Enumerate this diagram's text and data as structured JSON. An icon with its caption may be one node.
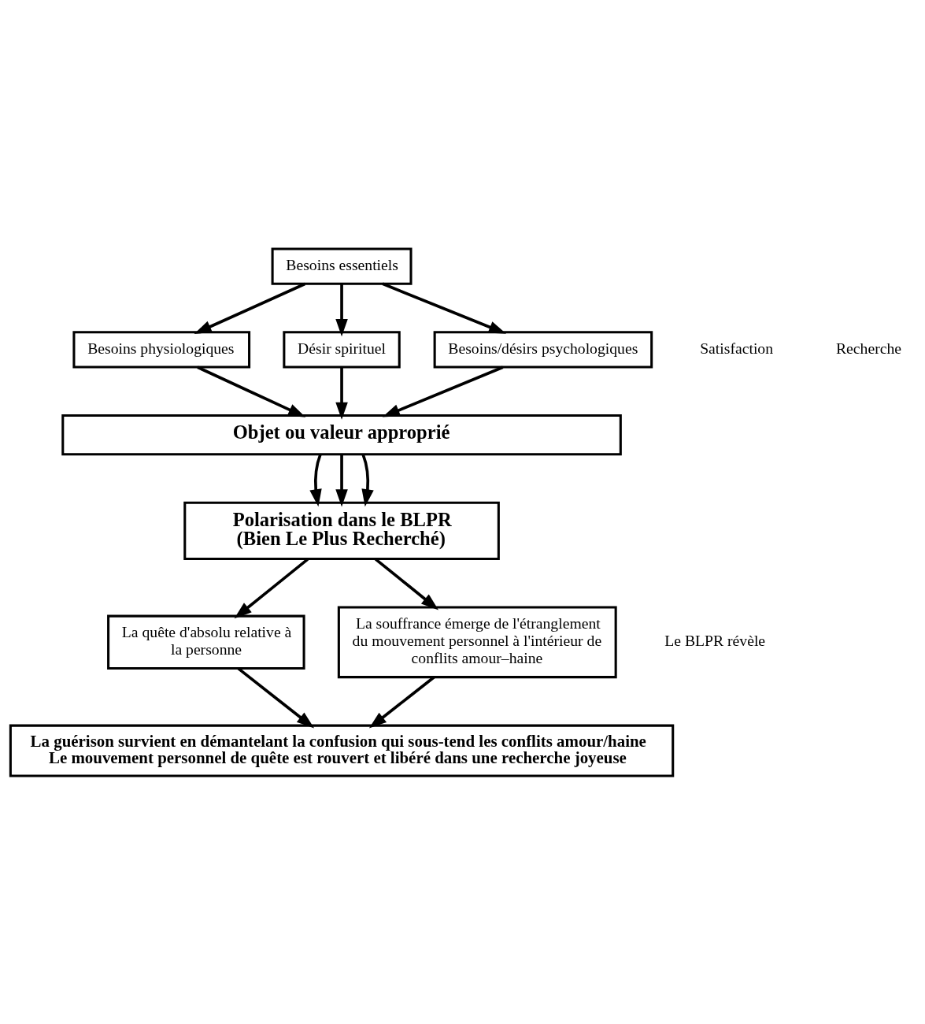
{
  "diagram": {
    "nodes": [
      {
        "text": [
          "Besoins essentiels"
        ]
      },
      {
        "text": [
          "Besoins physiologiques"
        ]
      },
      {
        "text": [
          "Désir spirituel"
        ]
      },
      {
        "text": [
          "Besoins/désirs psychologiques"
        ]
      },
      {
        "text": [
          "Objet ou valeur approprié"
        ]
      },
      {
        "text": [
          "Polarisation dans le BLPR (Bien Le Plus Recherché)"
        ]
      },
      {
        "text": [
          "La quête d'absolu relative à la personne"
        ]
      },
      {
        "text": [
          "La souffrance émerge de l'étranglement du mouvement personnel à l'intérieur de conflits amour–haine"
        ]
      },
      {
        "text": [
          "La guérison survient en démantelant la confusion qui sous-tend les conflits amour/haine",
          "Le mouvement personnel de quête est rouvert et libéré dans une recherche joyeuse"
        ]
      }
    ],
    "edges": [
      {
        "from": 0,
        "to": 1,
        "arrow": "to"
      },
      {
        "from": 0,
        "to": 2,
        "arrow": "to"
      },
      {
        "from": 0,
        "to": 3,
        "arrow": "to"
      },
      {
        "from": 1,
        "to": 4,
        "arrow": "to"
      },
      {
        "from": 2,
        "to": 4,
        "arrow": "to"
      },
      {
        "from": 3,
        "to": 4,
        "arrow": "to"
      },
      {
        "from": 4,
        "to": 5,
        "arrow": "to"
      },
      {
        "from": 4,
        "to": 5,
        "arrow": "to"
      },
      {
        "from": 4,
        "to": 5,
        "arrow": "to"
      },
      {
        "from": 5,
        "to": 6,
        "arrow": "to"
      },
      {
        "from": 5,
        "to": 7,
        "arrow": "to"
      },
      {
        "from": 6,
        "to": 8,
        "arrow": "to"
      },
      {
        "from": 7,
        "to": 8,
        "arrow": "to"
      }
    ],
    "labels": [
      "Satisfaction",
      "Recherche",
      "Le BLPR révèle"
    ]
  }
}
